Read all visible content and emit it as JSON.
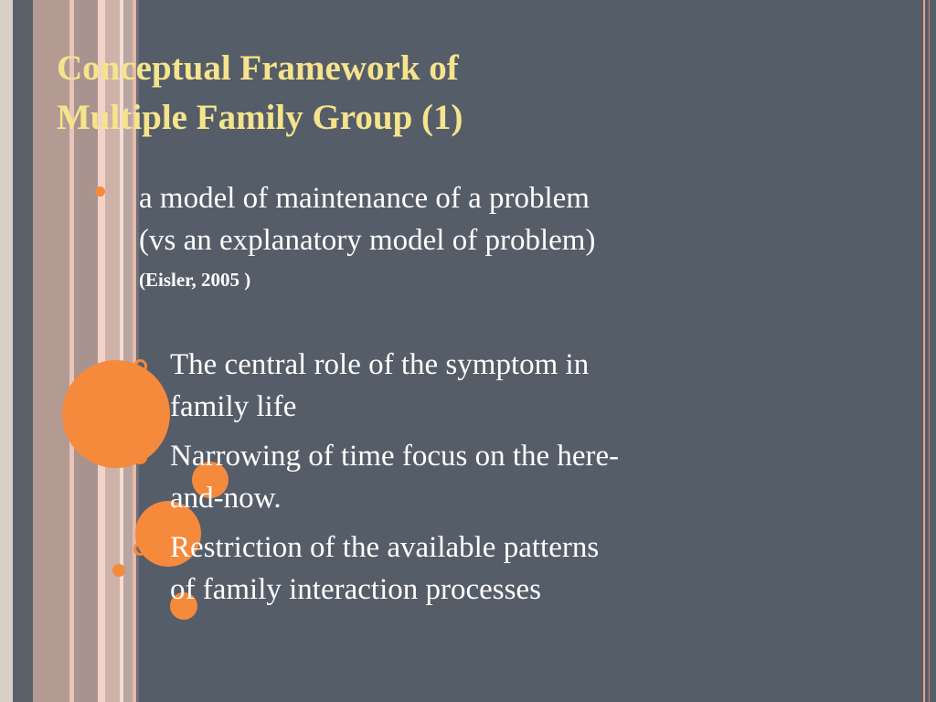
{
  "slide": {
    "title_lines": [
      "Conceptual Framework of",
      "Multiple Family Group (1)"
    ],
    "bullet": {
      "text_lines": [
        "a model of maintenance of a problem",
        "(vs an explanatory model of problem)"
      ],
      "citation": "(Eisler, 2005 )"
    },
    "sub_bullets": [
      {
        "lines": [
          "The central role of the symptom in",
          "family life"
        ]
      },
      {
        "lines": [
          "Narrowing of time focus on the here-",
          "and-now."
        ]
      },
      {
        "lines": [
          "Restriction of the available patterns",
          "of family interaction processes"
        ]
      }
    ]
  },
  "colors": {
    "background": "#555d69",
    "title": "#f6e48c",
    "accent": "#f58a3c",
    "text": "#ffffff"
  }
}
